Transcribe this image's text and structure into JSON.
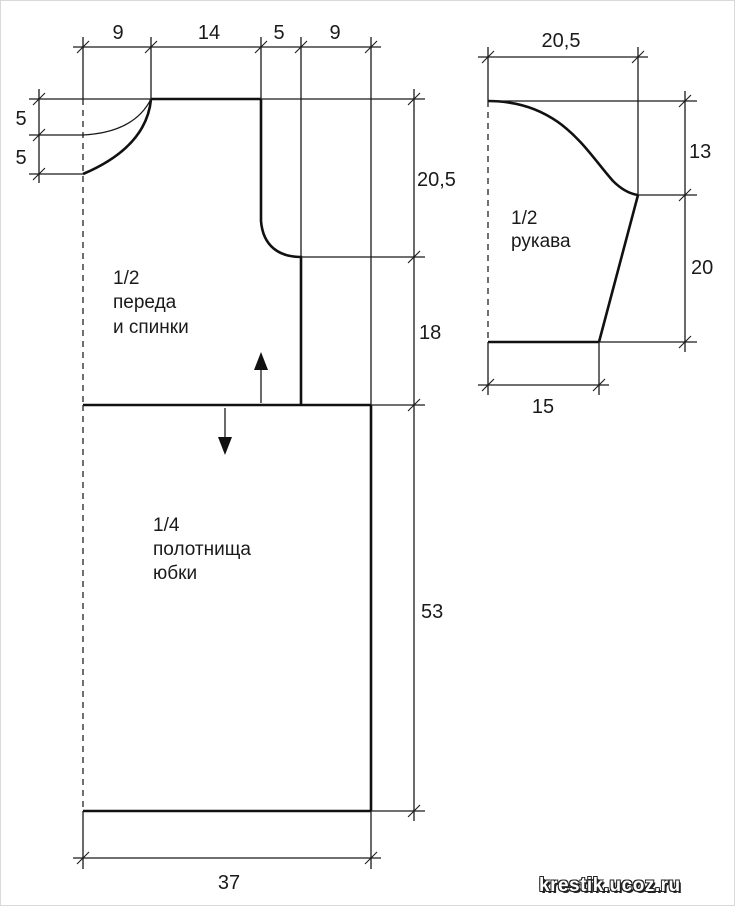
{
  "bodice": {
    "dim_top_left": "9",
    "dim_top_mid": "14",
    "dim_top_5": "5",
    "dim_top_right": "9",
    "dim_left_upper": "5",
    "dim_left_lower": "5",
    "dim_right_upper": "20,5",
    "dim_right_lower": "18",
    "label_line1": "1/2",
    "label_line2": "переда",
    "label_line3": "и спинки"
  },
  "skirt": {
    "dim_right": "53",
    "dim_bottom": "37",
    "label_line1": "1/4",
    "label_line2": "полотнища",
    "label_line3": "юбки"
  },
  "sleeve": {
    "dim_top": "20,5",
    "dim_right_upper": "13",
    "dim_right_lower": "20",
    "dim_bottom": "15",
    "label_line1": "1/2",
    "label_line2": "рукава"
  },
  "watermark": "krestik.ucoz.ru"
}
